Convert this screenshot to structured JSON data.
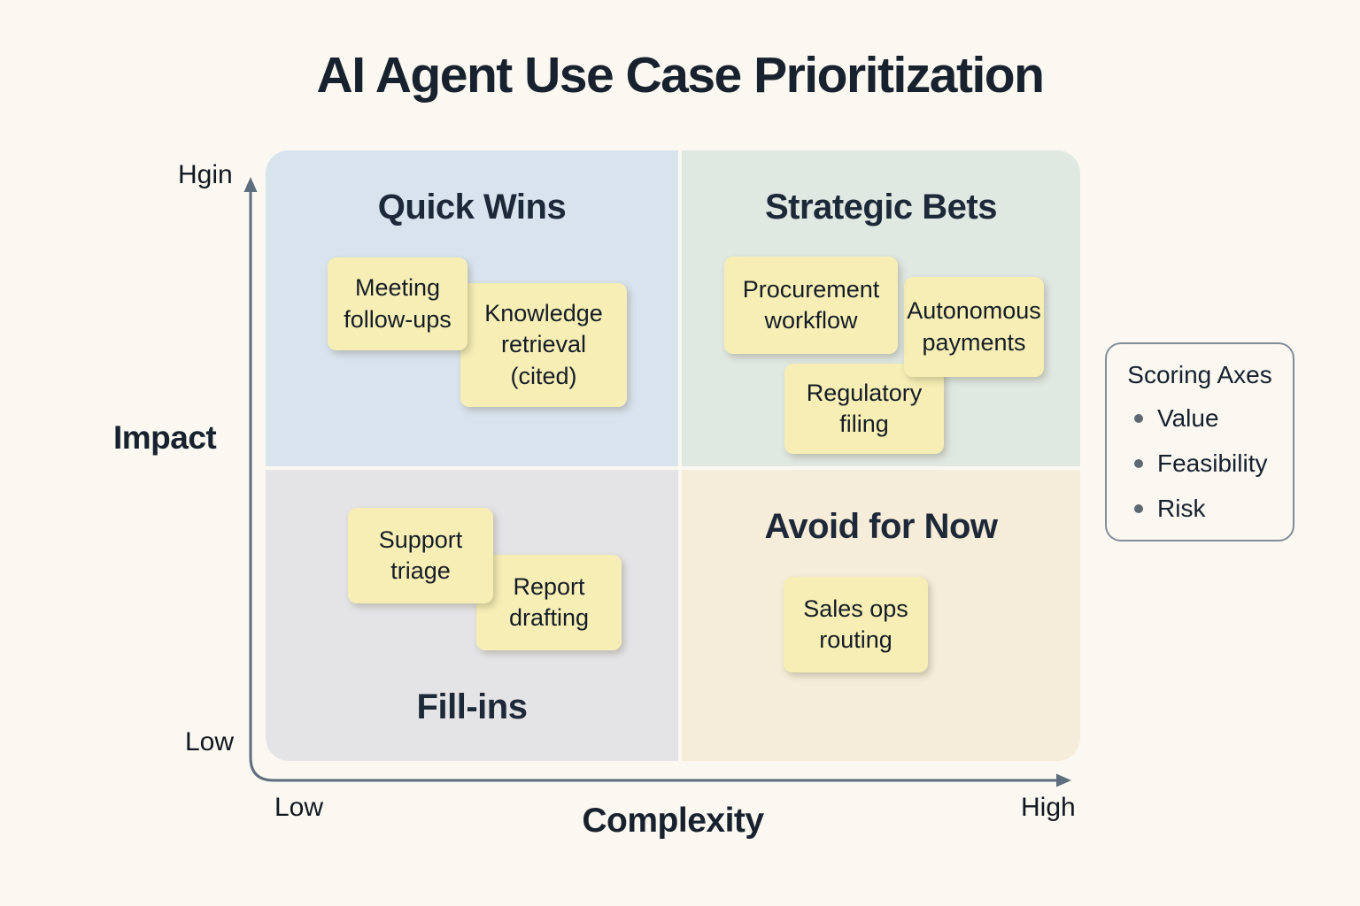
{
  "title": "AI Agent Use Case Prioritization",
  "matrix": {
    "quadrants": [
      {
        "label": "Quick Wins"
      },
      {
        "label": "Strategic Bets"
      },
      {
        "label": "Fill-ins"
      },
      {
        "label": "Avoid for Now"
      }
    ],
    "notes": [
      {
        "text": "Meeting follow-ups"
      },
      {
        "text": "Knowledge retrieval (cited)"
      },
      {
        "text": "Procurement workflow"
      },
      {
        "text": "Autonomous payments"
      },
      {
        "text": "Regulatory filing"
      },
      {
        "text": "Support triage"
      },
      {
        "text": "Report drafting"
      },
      {
        "text": "Sales ops routing"
      }
    ]
  },
  "axes": {
    "y": {
      "title": "Impact",
      "top_label": "Hgin",
      "bottom_label": "Low"
    },
    "x": {
      "title": "Complexity",
      "left_label": "Low",
      "right_label": "High"
    }
  },
  "legend": {
    "title": "Scoring Axes",
    "items": [
      {
        "label": "Value"
      },
      {
        "label": "Feasibility"
      },
      {
        "label": "Risk"
      }
    ]
  },
  "colors": {
    "background": "#faf8f1",
    "quadrant_quick_wins": "#d9e3ee",
    "quadrant_strategic_bets": "#e0e8e2",
    "quadrant_fill_ins": "#e4e4e6",
    "quadrant_avoid_for_now": "#f5ecd9",
    "sticky_note": "#f6eeb5",
    "axis_line": "#5e6e7e",
    "text_dark": "#18222f",
    "legend_border": "#828d99"
  }
}
